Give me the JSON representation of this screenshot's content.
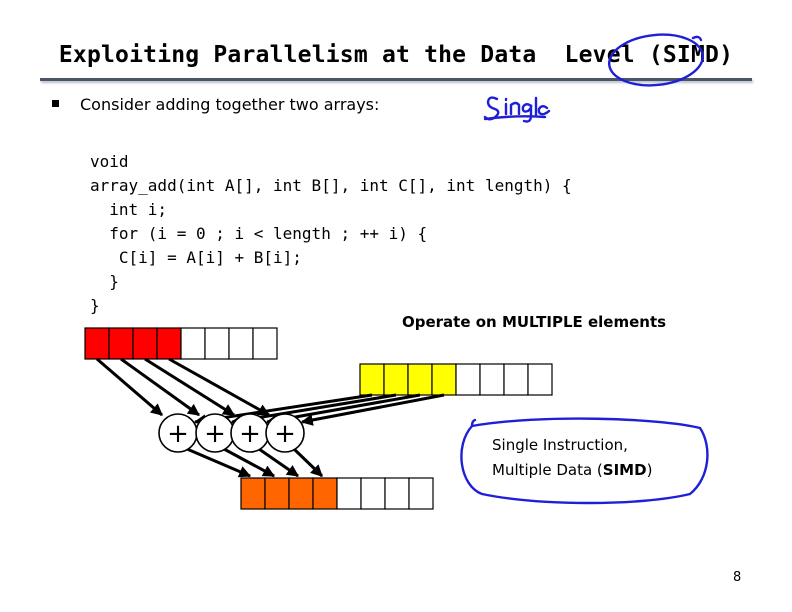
{
  "title": "Exploiting Parallelism at the Data  Level (SIMD)",
  "bullet": "Consider adding together two arrays:",
  "code_lines": [
    "void",
    "array_add(int A[], int B[], int C[], int length) {",
    "  int i;",
    "  for (i = 0 ; i < length ; ++ i) {",
    "   C[i] = A[i] + B[i];",
    "  }",
    "}"
  ],
  "diagram": {
    "operate_label": "Operate on MULTIPLE elements",
    "adder_symbol": "+",
    "adder_count": 4,
    "array_length": 8,
    "active_elements": 4,
    "colors": {
      "array_a": "#ff0000",
      "array_b": "#ffff00",
      "array_c": "#ff6600",
      "empty": "#ffffff",
      "annotation_ink": "#1f1fd8"
    }
  },
  "callout": {
    "line1": "Single Instruction,",
    "line2_prefix": "Multiple Data (",
    "line2_emph": "SIMD",
    "line2_suffix": ")"
  },
  "page_number": "8"
}
